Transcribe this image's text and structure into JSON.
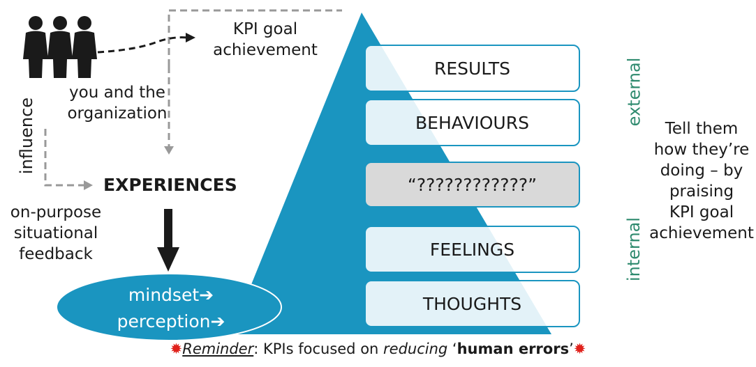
{
  "kpi": "KPI goal\nachievement",
  "org": "you and the\norganization",
  "influence": "influence",
  "experiences": "EXPERIENCES",
  "feedback": "on-purpose\nsituational\nfeedback",
  "mindset": "mindset➔",
  "perception": "perception➔",
  "levels": [
    "RESULTS",
    "BEHAVIOURS",
    "“????????????”",
    "FEELINGS",
    "THOUGHTS"
  ],
  "external": "external",
  "internal": "internal",
  "tell": "Tell them\nhow they’re\ndoing – by\npraising\nKPI goal\nachievement",
  "reminder": {
    "star": "✹",
    "word": "Reminder",
    "a": ": KPIs focused on ",
    "b": "reducing",
    "c": " ‘",
    "d": "human errors",
    "e": "’"
  },
  "colors": {
    "blue": "#1a95c0",
    "muted": "#2e8a6e"
  }
}
